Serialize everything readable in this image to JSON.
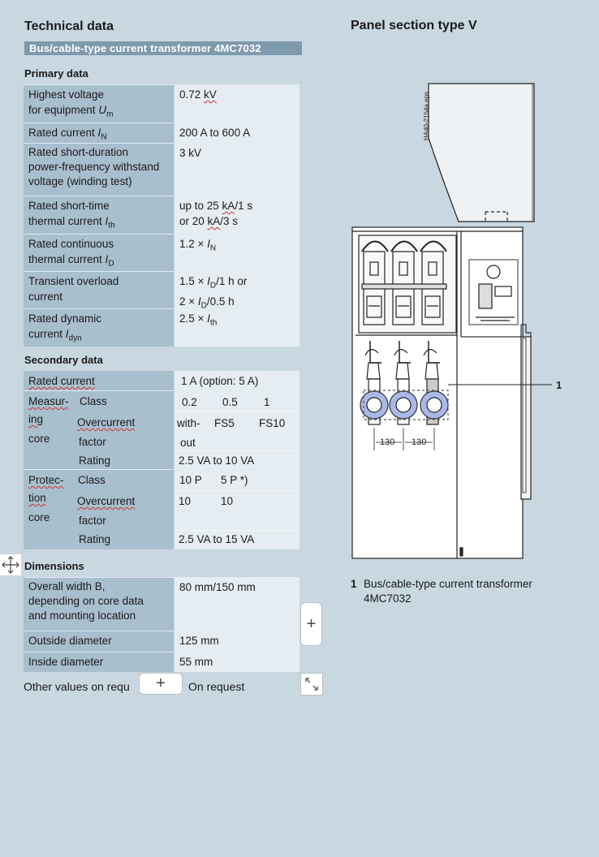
{
  "left_title": "Technical data",
  "right_title": "Panel section type V",
  "subtitle_bar": "Bus/cable-type current transformer 4MC7032",
  "primary": {
    "heading": "Primary data",
    "rows": [
      {
        "label": "Highest voltage\nfor equipment Um",
        "value": "0.72 kV"
      },
      {
        "label": "Rated current IN",
        "value": "200 A to 600 A"
      },
      {
        "label": "Rated short-duration\npower-frequency withstand\nvoltage (winding test)",
        "value": "3 kV"
      },
      {
        "label": "Rated short-time\nthermal current Ith",
        "value": "up to 25 kA/1 s\nor 20 kA/3 s"
      },
      {
        "label": "Rated continuous\nthermal current ID",
        "value": "1.2 × IN"
      },
      {
        "label": "Transient overload\ncurrent",
        "value": "1.5 × ID/1 h or\n2 × ID/0.5 h"
      },
      {
        "label": "Rated dynamic\ncurrent Idyn",
        "value": "2.5 × Ith"
      }
    ]
  },
  "secondary": {
    "heading": "Secondary data",
    "rated_current_label": "Rated current",
    "rated_current_value": "1 A (option: 5 A)",
    "measuring": {
      "group_label": [
        "Measur-",
        "ing",
        "core"
      ],
      "class_label": "Class",
      "class_values": [
        "0.2",
        "0.5",
        "1"
      ],
      "overcurrent_label": "Overcurrent",
      "factor_label": "factor",
      "overcurrent_values": [
        "with-",
        "out",
        "FS5",
        "FS10"
      ],
      "rating_label": "Rating",
      "rating_value": "2.5 VA to 10 VA"
    },
    "protection": {
      "group_label": [
        "Protec-",
        "tion",
        "core"
      ],
      "class_label": "Class",
      "class_values": [
        "10 P",
        "5 P *)"
      ],
      "overcurrent_label": "Overcurrent",
      "factor_label": "factor",
      "overcurrent_values": [
        "10",
        "10"
      ],
      "rating_label": "Rating",
      "rating_value": "2.5 VA to 15 VA"
    }
  },
  "dimensions": {
    "heading": "Dimensions",
    "rows": [
      {
        "label": "Overall width B,\ndepending on core data\nand mounting location",
        "value": "80 mm/150 mm"
      },
      {
        "label": "Outside diameter",
        "value": "125 mm"
      },
      {
        "label": "Inside diameter",
        "value": "55 mm"
      }
    ],
    "footer_left": "Other values on requ",
    "footer_right": "On request"
  },
  "drawing": {
    "file_label": "HA40-2154a eps",
    "dim_a": "130",
    "dim_b": "130",
    "callout": "1"
  },
  "legend": {
    "number": "1",
    "line1": "Bus/cable-type current transformer",
    "line2": "4MC7032"
  },
  "controls": {
    "move_icon": "move-icon",
    "add_icon": "plus-icon",
    "resize_icon": "resize-icon",
    "plus_glyph": "+"
  },
  "colors": {
    "page_bg": "#c9d7e1",
    "label_cell": "#a8bfcd",
    "value_cell": "#e5edf2",
    "bar": "#7e9aad"
  }
}
